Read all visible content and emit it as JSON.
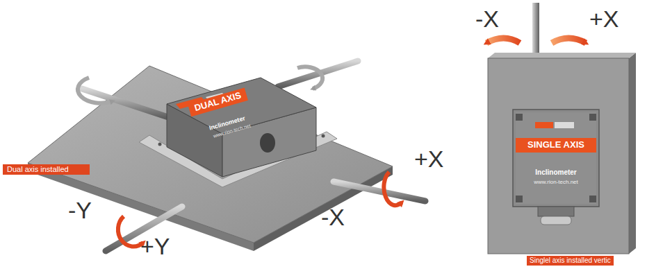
{
  "diagram": {
    "nodes": [
      {
        "text": [
          "DUAL AXIS"
        ]
      },
      {
        "text": [
          "Dual axis installed"
        ]
      },
      {
        "text": [
          "SINGLE AXIS"
        ]
      },
      {
        "text": [
          "Singlel axis installed vertic"
        ]
      }
    ],
    "labels": [
      "-Y",
      "+Y",
      "-X",
      "+X",
      "Inclinometer",
      "www.rion-tech.net",
      "-X",
      "+X",
      "Inclinometer",
      "www.rion-tech.net"
    ]
  }
}
